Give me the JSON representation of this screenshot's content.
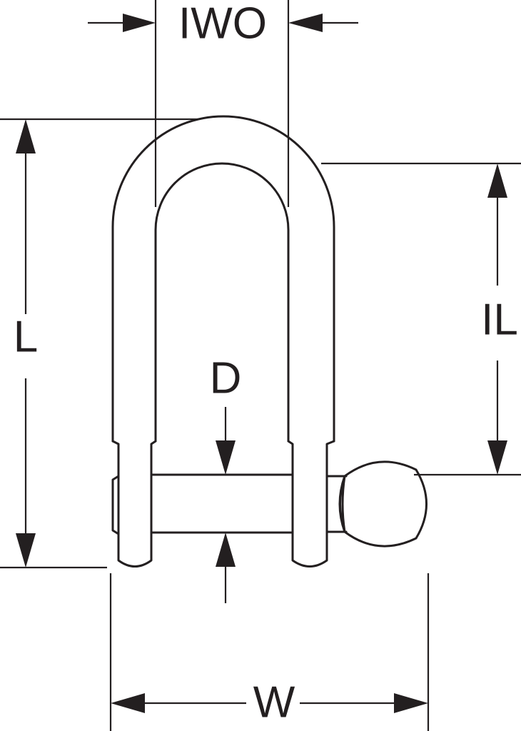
{
  "diagram": {
    "labels": {
      "iwo": "IWO",
      "l": "L",
      "il": "IL",
      "d": "D",
      "w": "W"
    },
    "line_color": "#231f20",
    "background": "#ffffff"
  }
}
